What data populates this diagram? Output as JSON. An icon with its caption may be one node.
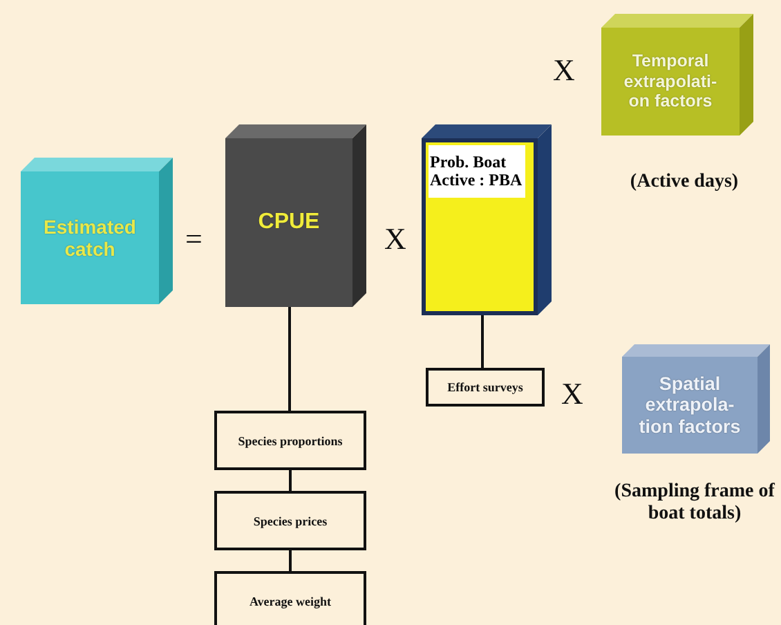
{
  "diagram": {
    "nodes": [
      {
        "text": [
          "Estimated catch"
        ]
      },
      {
        "text": [
          "CPUE"
        ]
      },
      {
        "text": [
          "Prob. Boat Active : PBA"
        ]
      },
      {
        "text": [
          "Temporal extrapolati- on factors"
        ],
        "beside": [
          "(Active days)"
        ]
      },
      {
        "text": [
          "Effort surveys"
        ]
      },
      {
        "text": [
          "Spatial extrapola- tion factors"
        ],
        "beside": [
          "(Sampling frame of boat totals)"
        ]
      },
      {
        "text": [
          "Species proportions"
        ]
      },
      {
        "text": [
          "Species prices"
        ]
      },
      {
        "text": [
          "Average weight"
        ]
      }
    ],
    "edges": [
      {
        "from": 1,
        "to": 6,
        "arrow": "none"
      },
      {
        "from": 6,
        "to": 7,
        "arrow": "none"
      },
      {
        "from": 7,
        "to": 8,
        "arrow": "none"
      },
      {
        "from": 2,
        "to": 4,
        "arrow": "none"
      }
    ],
    "labels": [
      "=",
      "X",
      "X",
      "X"
    ]
  }
}
